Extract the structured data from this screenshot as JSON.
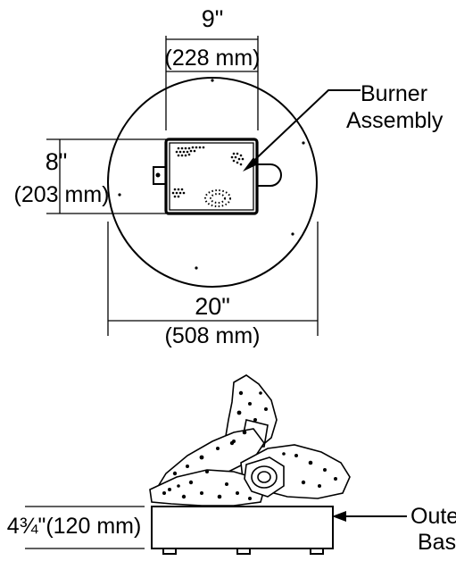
{
  "top_view": {
    "width_in": "9\"",
    "width_mm": "(228 mm)",
    "depth_in": "8\"",
    "depth_mm": "(203 mm)",
    "diameter_in": "20\"",
    "diameter_mm": "(508 mm)",
    "callout_line1": "Burner",
    "callout_line2": "Assembly"
  },
  "side_view": {
    "height": "4¾\"(120 mm)",
    "callout_line1": "Outer",
    "callout_line2": "Base"
  }
}
